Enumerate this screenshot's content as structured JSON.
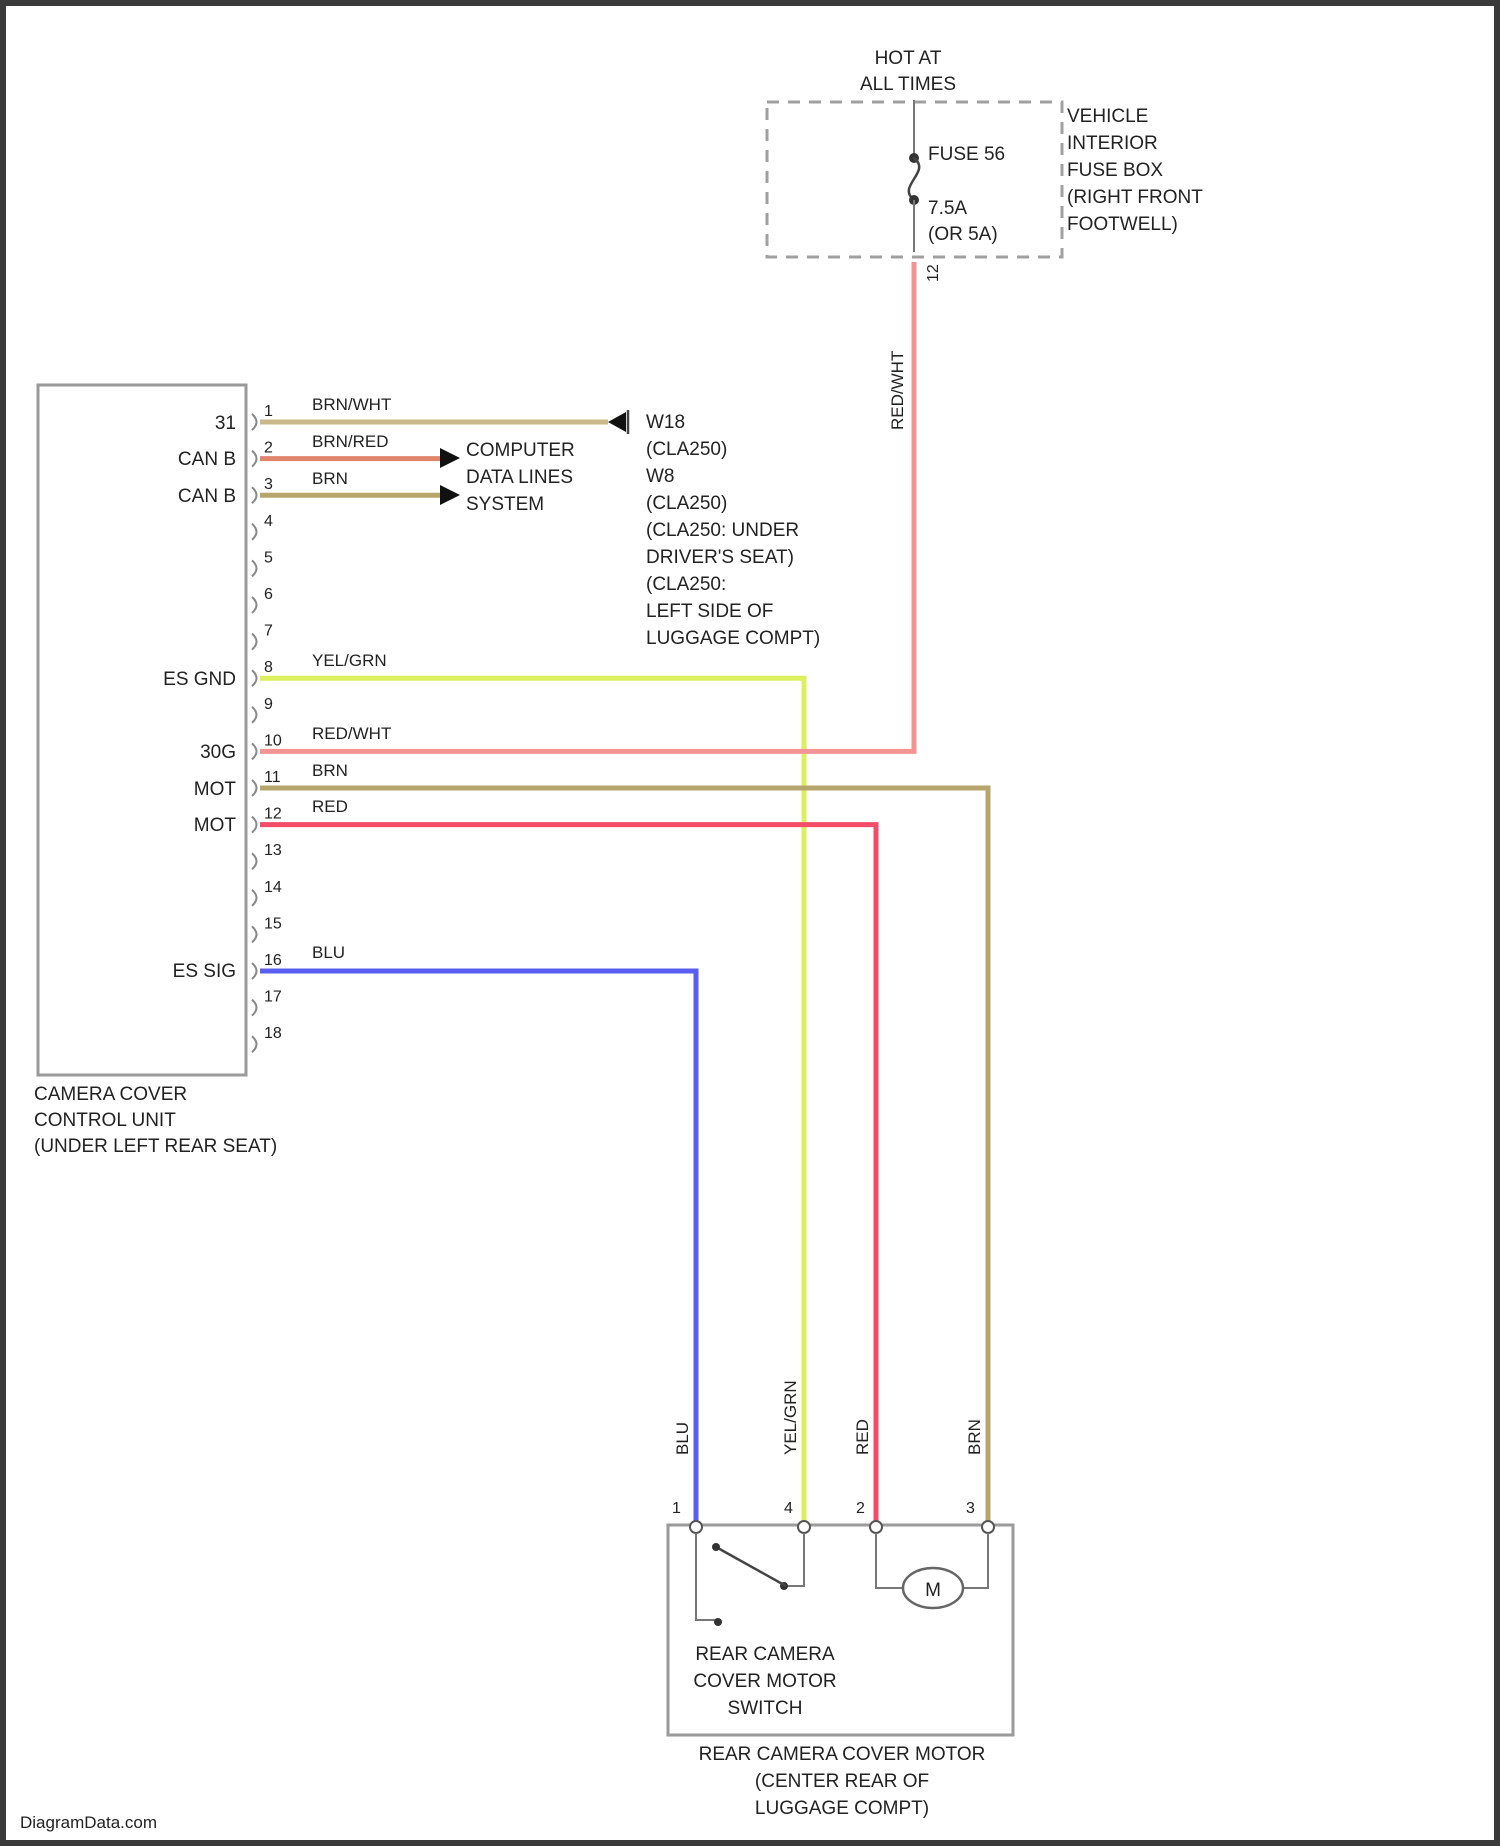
{
  "colors": {
    "BRN/WHT": "#c9b98a",
    "BRN/RED": "#e0846c",
    "BRN": "#b6a66c",
    "YEL/GRN": "#dcef5c",
    "RED/WHT": "#f39494",
    "RED": "#f24c68",
    "BLU": "#5a5ef0",
    "frame": "#3a3a3a"
  },
  "power": {
    "hot_line1": "HOT AT",
    "hot_line2": "ALL TIMES",
    "fuse_name": "FUSE 56",
    "fuse_rating1": "7.5A",
    "fuse_rating2": "(OR 5A)",
    "fusebox": [
      "VEHICLE",
      "INTERIOR",
      "FUSE BOX",
      "(RIGHT FRONT",
      "FOOTWELL)"
    ],
    "fusebox_pin": "12",
    "feed_wire_label": "RED/WHT"
  },
  "control_unit": {
    "name": [
      "CAMERA COVER",
      "CONTROL UNIT",
      "(UNDER LEFT REAR SEAT)"
    ],
    "pins": [
      "1",
      "2",
      "3",
      "4",
      "5",
      "6",
      "7",
      "8",
      "9",
      "10",
      "11",
      "12",
      "13",
      "14",
      "15",
      "16",
      "17",
      "18"
    ],
    "signals": [
      {
        "pin": "1",
        "name": "31",
        "wire": "BRN/WHT"
      },
      {
        "pin": "2",
        "name": "CAN B",
        "wire": "BRN/RED"
      },
      {
        "pin": "3",
        "name": "CAN B",
        "wire": "BRN"
      },
      {
        "pin": "8",
        "name": "ES GND",
        "wire": "YEL/GRN"
      },
      {
        "pin": "10",
        "name": "30G",
        "wire": "RED/WHT"
      },
      {
        "pin": "11",
        "name": "MOT",
        "wire": "BRN"
      },
      {
        "pin": "12",
        "name": "MOT",
        "wire": "RED"
      },
      {
        "pin": "16",
        "name": "ES SIG",
        "wire": "BLU"
      }
    ]
  },
  "ground": {
    "lines": [
      "W18",
      "(CLA250)",
      "W8",
      "(CLA250)",
      "(CLA250: UNDER",
      "DRIVER'S SEAT)",
      "(CLA250:",
      "LEFT SIDE OF",
      "LUGGAGE COMPT)"
    ]
  },
  "data_lines": [
    "COMPUTER",
    "DATA LINES",
    "SYSTEM"
  ],
  "motor": {
    "pins": [
      "1",
      "4",
      "2",
      "3"
    ],
    "wire_labels": [
      "BLU",
      "YEL/GRN",
      "RED",
      "BRN"
    ],
    "symbol": "M",
    "switch_name": [
      "REAR CAMERA",
      "COVER MOTOR",
      "SWITCH"
    ],
    "name": [
      "REAR CAMERA COVER MOTOR",
      "(CENTER REAR OF",
      "LUGGAGE COMPT)"
    ]
  },
  "footer": "DiagramData.com"
}
